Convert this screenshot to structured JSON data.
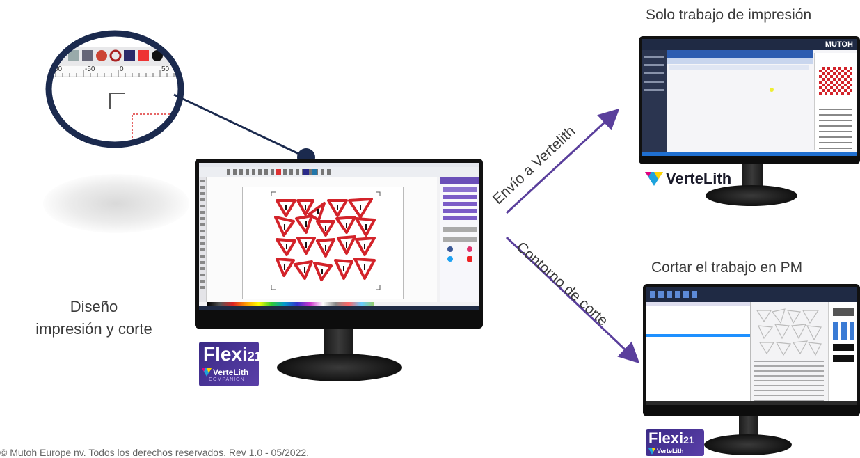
{
  "captions": {
    "top_right": "Solo trabajo de impresión",
    "bottom_right": "Cortar el trabajo en PM",
    "left_line1": "Diseño",
    "left_line2": "impresión y corte"
  },
  "arrows": {
    "upper_label": "Envío a Vertelith",
    "lower_label": "Contorno de corte",
    "color": "#5a3f9c"
  },
  "logos": {
    "flexi_name": "Flexi",
    "flexi_version": "21",
    "vertelith": "VerteLith",
    "companion": "COMPANION",
    "mutoh": "MUTOH"
  },
  "zoom": {
    "ruler_labels": [
      "00",
      "-50",
      "0",
      "50"
    ]
  },
  "footer": "© Mutoh Europe nv. Todos los derechos reservados. Rev 1.0 - 05/2022.",
  "colors": {
    "accent_purple": "#5a3f9c",
    "zoom_ring": "#1b2a4e",
    "sign_red": "#d3232a",
    "sidebar_purple": "#7b5cc7",
    "vertelith_blue": "#1ea3dc",
    "vertelith_yellow": "#ffd400"
  }
}
